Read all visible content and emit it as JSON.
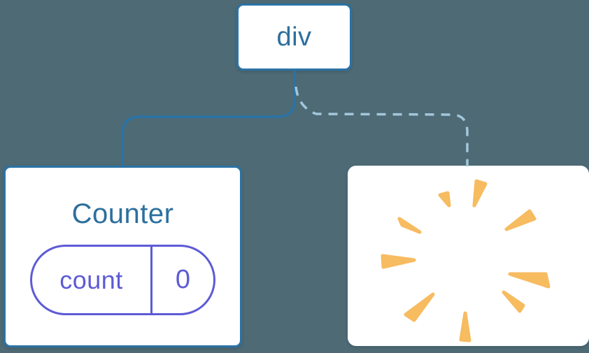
{
  "diagram": {
    "description": "component tree diagram",
    "root_node": {
      "label": "div"
    },
    "counter_node": {
      "title": "Counter",
      "state": {
        "key": "count",
        "value": "0"
      }
    },
    "removed_node": {
      "icon": "poof-starburst"
    },
    "edges": {
      "to_counter": {
        "style": "solid"
      },
      "to_removed": {
        "style": "dashed"
      }
    }
  },
  "colors": {
    "background": "#4D6A75",
    "node_fill": "#FFFFFF",
    "edge_blue": "#2A73A6",
    "text_blue": "#2D6F9E",
    "dashed_blue": "#A2C7DB",
    "state_purple": "#5D5BD5",
    "poof_orange": "#F7BB60"
  }
}
